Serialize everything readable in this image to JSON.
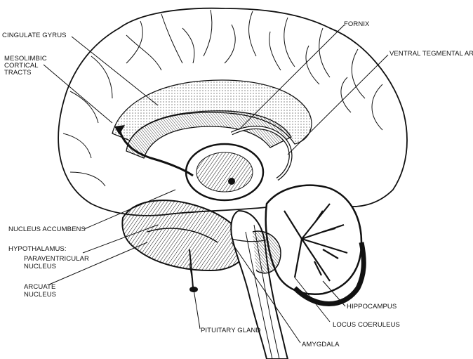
{
  "labels": {
    "cingulate_gyrus": "CINGULATE GYRUS",
    "mesolimbic_1": "MESOLIMBIC",
    "mesolimbic_2": "CORTICAL",
    "mesolimbic_3": "TRACTS",
    "fornix": "FORNIX",
    "ventral_tegmental_area": "VENTRAL TEGMENTAL AREA",
    "nucleus_accumbens": "NUCLEUS ACCUMBENS",
    "hypothalamus": "HYPOTHALAMUS:",
    "paraventricular_1": "PARAVENTRICULAR",
    "paraventricular_2": "NUCLEUS",
    "arcuate_1": "ARCUATE",
    "arcuate_2": "NUCLEUS",
    "pituitary_gland": "PITUITARY GLAND",
    "amygdala": "AMYGDALA",
    "locus_coeruleus": "LOCUS COERULEUS",
    "hippocampus": "HIPPOCAMPUS"
  },
  "colors": {
    "ink": "#111111",
    "paper": "#ffffff"
  }
}
